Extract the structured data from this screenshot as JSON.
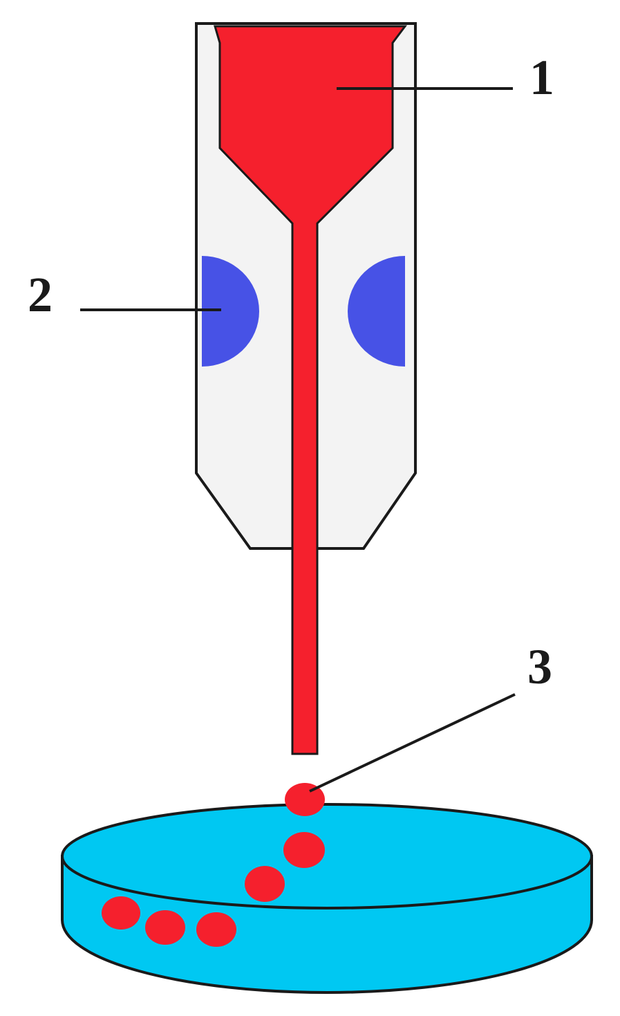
{
  "callouts": [
    {
      "id": "1",
      "label": "1"
    },
    {
      "id": "2",
      "label": "2"
    },
    {
      "id": "3",
      "label": "3"
    }
  ],
  "colors": {
    "material": "#f5202d",
    "nozzle_body": "#f3f3f3",
    "outline": "#1a1a1a",
    "magnets": "#4752e6",
    "dish": "#00c8f2",
    "background": "#ffffff"
  }
}
